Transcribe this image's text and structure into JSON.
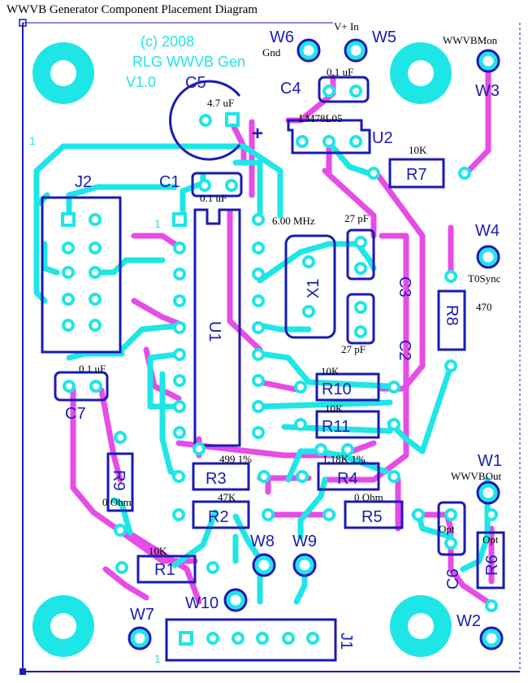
{
  "title": "WWVB Generator Component Placement Diagram",
  "silk": {
    "copyright": "(c) 2008",
    "project": "RLG  WWVB Gen",
    "version": "V1.0",
    "pin1_mark": "1"
  },
  "pads": {
    "W6": "W6",
    "W6_label": "Gnd",
    "W5": "W5",
    "W5_label": "V+ In",
    "W3": "W3",
    "W3_label": "WWVBMon",
    "W4": "W4",
    "W4_label": "T0Sync",
    "W1": "W1",
    "W1_label": "WWVBOut",
    "W2": "W2",
    "W7": "W7",
    "W8": "W8",
    "W9": "W9",
    "W10": "W10"
  },
  "parts": {
    "C5": "C5",
    "C5_value": "4.7 uF",
    "C4": "C4",
    "C4_value": "0.1 uF",
    "U2": "U2",
    "U2_value": "LM78L05",
    "C1": "C1",
    "C1_value": "0.1 uF",
    "J2": "J2",
    "J1": "J1",
    "R7": "R7",
    "R7_value": "10K",
    "X1": "X1",
    "X1_value": "6.00 MHz",
    "C3": "C3",
    "C3_value": "27 pF",
    "C2": "C2",
    "C2_value": "27 pF",
    "U1": "U1",
    "R8": "R8",
    "R8_value": "470",
    "C7": "C7",
    "C7_value": "0.1 uF",
    "R10": "R10",
    "R10_value": "10K",
    "R11": "R11",
    "R11_value": "10K",
    "R9": "R9",
    "R9_value": "0 Ohm",
    "R3": "R3",
    "R3_value": "499 1%",
    "R4": "R4",
    "R4_value": "1.18K 1%",
    "R2": "R2",
    "R2_value": "47K",
    "R5": "R5",
    "R5_value": "0 Ohm",
    "C6": "C6",
    "C6_value": "Opt",
    "R6": "R6",
    "R6_value": "Opt",
    "R1": "R1",
    "R1_value": "10K"
  },
  "colors": {
    "silkscreen": "#1a1ab4",
    "copper_top": "#e64ce6",
    "copper_bottom": "#1ee6e6",
    "pad_ring": "#1ee6e6",
    "label_black": "#000000"
  }
}
